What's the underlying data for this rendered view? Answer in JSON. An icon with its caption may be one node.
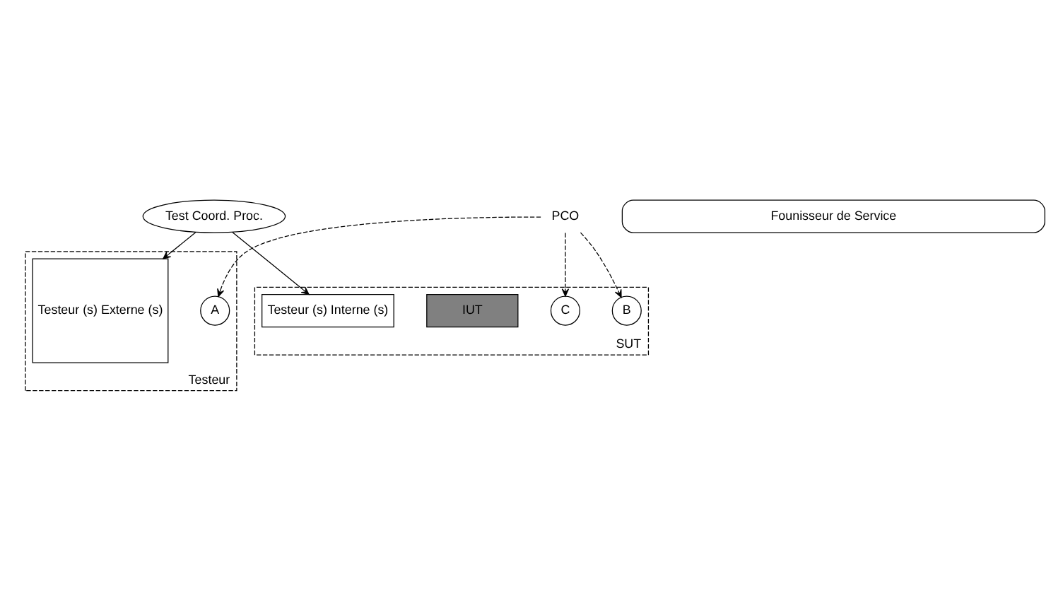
{
  "diagram": {
    "nodes": [
      {
        "text": [
          "Testeur"
        ]
      },
      {
        "text": [
          "Testeur (s) Externe (s)"
        ],
        "in": 0
      },
      {
        "text": [
          "A"
        ],
        "in": 0
      },
      {
        "text": [
          "Test Coord. Proc."
        ]
      },
      {
        "text": [
          "SUT"
        ]
      },
      {
        "text": [
          "Testeur (s) Interne (s)"
        ],
        "in": 4
      },
      {
        "text": [
          "B"
        ],
        "in": 4
      },
      {
        "text": [
          "IUT"
        ],
        "in": 4
      },
      {
        "text": [
          "C"
        ],
        "in": 4
      },
      {
        "text": [
          "PCO"
        ]
      },
      {
        "text": [
          "Founisseur de Service"
        ]
      }
    ],
    "edges": [
      {
        "from": 3,
        "to": 1,
        "arrow": "to"
      },
      {
        "from": 3,
        "to": 5,
        "arrow": "to"
      },
      {
        "from": 9,
        "to": 6,
        "arrow": "to",
        "style": "dashed"
      },
      {
        "from": 9,
        "to": 8,
        "arrow": "to",
        "style": "dashed"
      },
      {
        "from": 9,
        "to": 2,
        "arrow": "to",
        "style": "dashed"
      }
    ]
  }
}
